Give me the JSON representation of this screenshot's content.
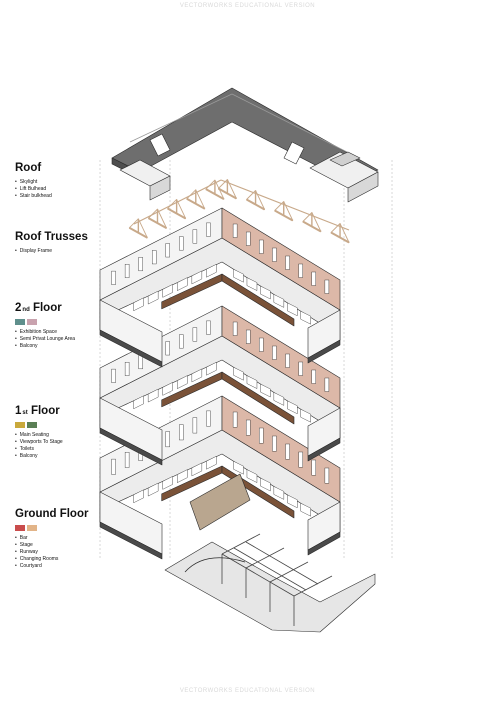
{
  "watermark": {
    "top": "VECTORWORKS EDUCATIONAL VERSION",
    "bottom": "VECTORWORKS EDUCATIONAL VERSION"
  },
  "levels": {
    "roof": {
      "title": "Roof",
      "items": [
        "Skylight",
        "Lift Bulhead",
        "Stair bulkhead"
      ]
    },
    "roof_trusses": {
      "title": "Roof Trusses",
      "items": [
        "Display Frame"
      ]
    },
    "second_floor": {
      "title_number": "2",
      "title_suffix": "nd",
      "title_word": "Floor",
      "swatches": [
        "#5f8f8c",
        "#c9a2ae"
      ],
      "items": [
        "Exhibition Space",
        "Semi Privat Lounge Area",
        "Balcony"
      ]
    },
    "first_floor": {
      "title_number": "1",
      "title_suffix": "st",
      "title_word": "Floor",
      "swatches": [
        "#c9a93c",
        "#5b7f55"
      ],
      "items": [
        "Main Seating",
        "Viewports To Stage",
        "Toilets",
        "Balcony"
      ]
    },
    "ground_floor": {
      "title": "Ground Floor",
      "swatches": [
        "#c94c4c",
        "#e2b488"
      ],
      "items": [
        "Bar",
        "Stage",
        "Runway",
        "Changing Rooms",
        "Courtyard"
      ]
    }
  },
  "colors": {
    "roof": "#6e6e6e",
    "roof_dark": "#4e4e4e",
    "truss": "#c8a98a",
    "wall": "#f4f4f4",
    "wall_side": "#e6e6e6",
    "accent_wall": "#dcb8a8",
    "floor_slab": "#ececec",
    "dark_band": "#4a4a4a",
    "timber": "#7a5238",
    "stage_floor": "#b9a68f",
    "courtyard": "#e6e6e6",
    "outline": "#2b2b2b"
  }
}
